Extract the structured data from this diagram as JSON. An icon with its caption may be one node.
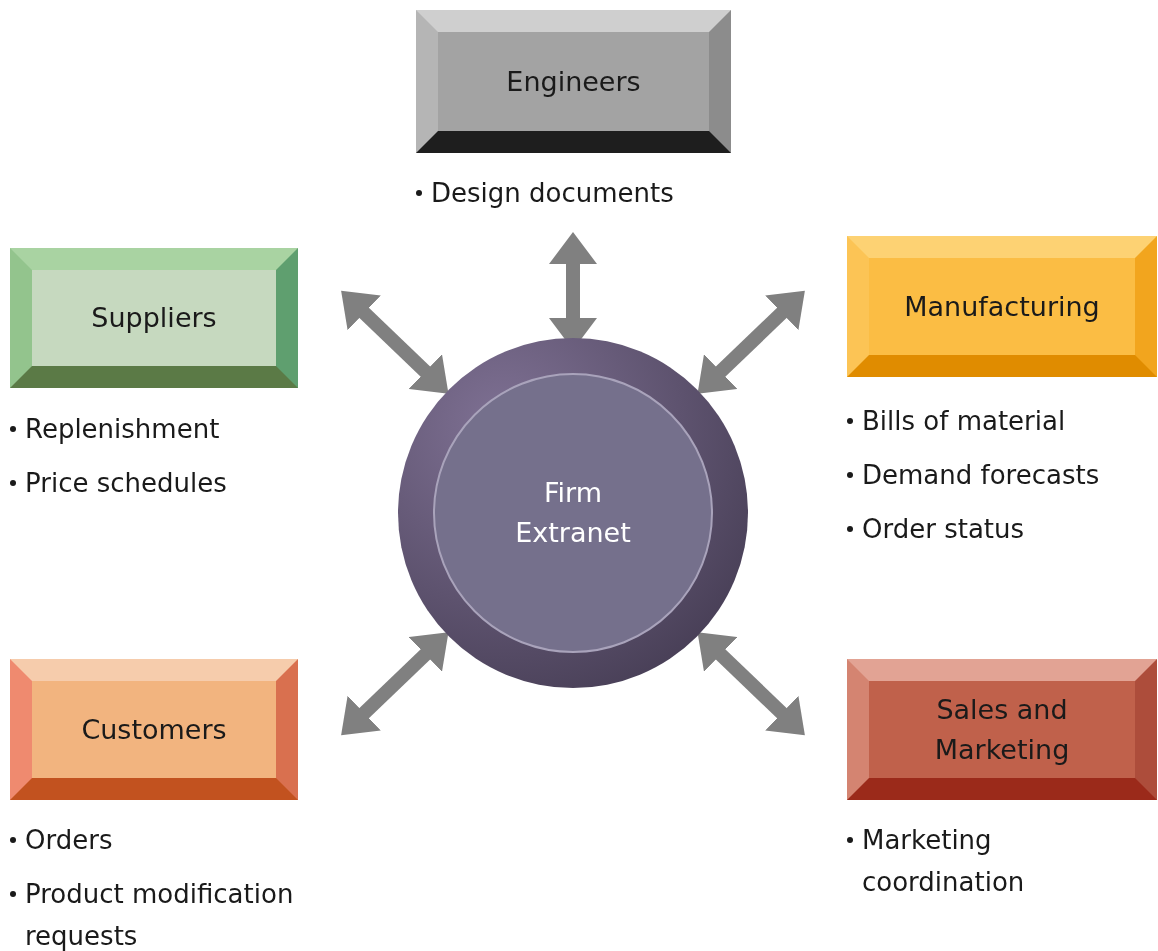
{
  "diagram": {
    "nodes": [
      {
        "text": [
          "Firm Extranet"
        ]
      },
      {
        "text": [
          "Engineers"
        ],
        "beside": [
          "Design documents"
        ]
      },
      {
        "text": [
          "Suppliers"
        ],
        "beside": [
          "Replenishment",
          "Price schedules"
        ]
      },
      {
        "text": [
          "Manufacturing"
        ],
        "beside": [
          "Bills of material",
          "Demand forecasts",
          "Order status"
        ]
      },
      {
        "text": [
          "Customers"
        ],
        "beside": [
          "Orders",
          "Product modification requests"
        ]
      },
      {
        "text": [
          "Sales and Marketing"
        ],
        "beside": [
          "Marketing coordination"
        ]
      }
    ],
    "edges": [
      {
        "from": 0,
        "to": 1,
        "arrow": "both"
      },
      {
        "from": 0,
        "to": 2,
        "arrow": "both"
      },
      {
        "from": 0,
        "to": 3,
        "arrow": "both"
      },
      {
        "from": 0,
        "to": 4,
        "arrow": "both"
      },
      {
        "from": 0,
        "to": 5,
        "arrow": "both"
      }
    ]
  }
}
